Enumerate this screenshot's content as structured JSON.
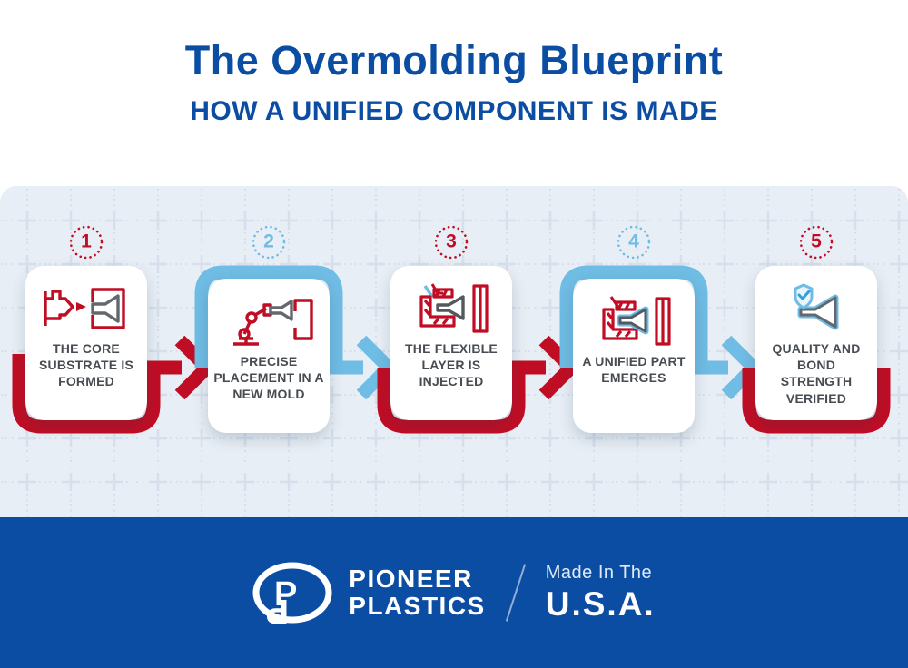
{
  "header": {
    "title": "The Overmolding Blueprint",
    "subtitle": "HOW A UNIFIED COMPONENT IS MADE"
  },
  "steps": [
    {
      "number": "1",
      "label": "THE CORE SUBSTRATE IS FORMED",
      "accent": "red",
      "icon": "injection-nozzle-mold-icon"
    },
    {
      "number": "2",
      "label": "PRECISE PLACEMENT IN A NEW MOLD",
      "accent": "blue",
      "icon": "robot-arm-placement-icon"
    },
    {
      "number": "3",
      "label": "THE FLEXIBLE LAYER IS INJECTED",
      "accent": "red",
      "icon": "mold-injection-icon"
    },
    {
      "number": "4",
      "label": "A UNIFIED PART EMERGES",
      "accent": "blue",
      "icon": "unified-part-mold-icon"
    },
    {
      "number": "5",
      "label": "QUALITY AND BOND STRENGTH VERIFIED",
      "accent": "red",
      "icon": "quality-shield-check-icon"
    }
  ],
  "footer": {
    "brand_name_line1": "PIONEER",
    "brand_name_line2": "PLASTICS",
    "made_in_prefix": "Made In The",
    "made_in_country": "U.S.A."
  },
  "colors": {
    "primary_blue": "#0b4da3",
    "accent_red": "#c00d24",
    "accent_light_blue": "#6fbce4",
    "band_background": "#e8eef5",
    "text_gray": "#474c52"
  }
}
